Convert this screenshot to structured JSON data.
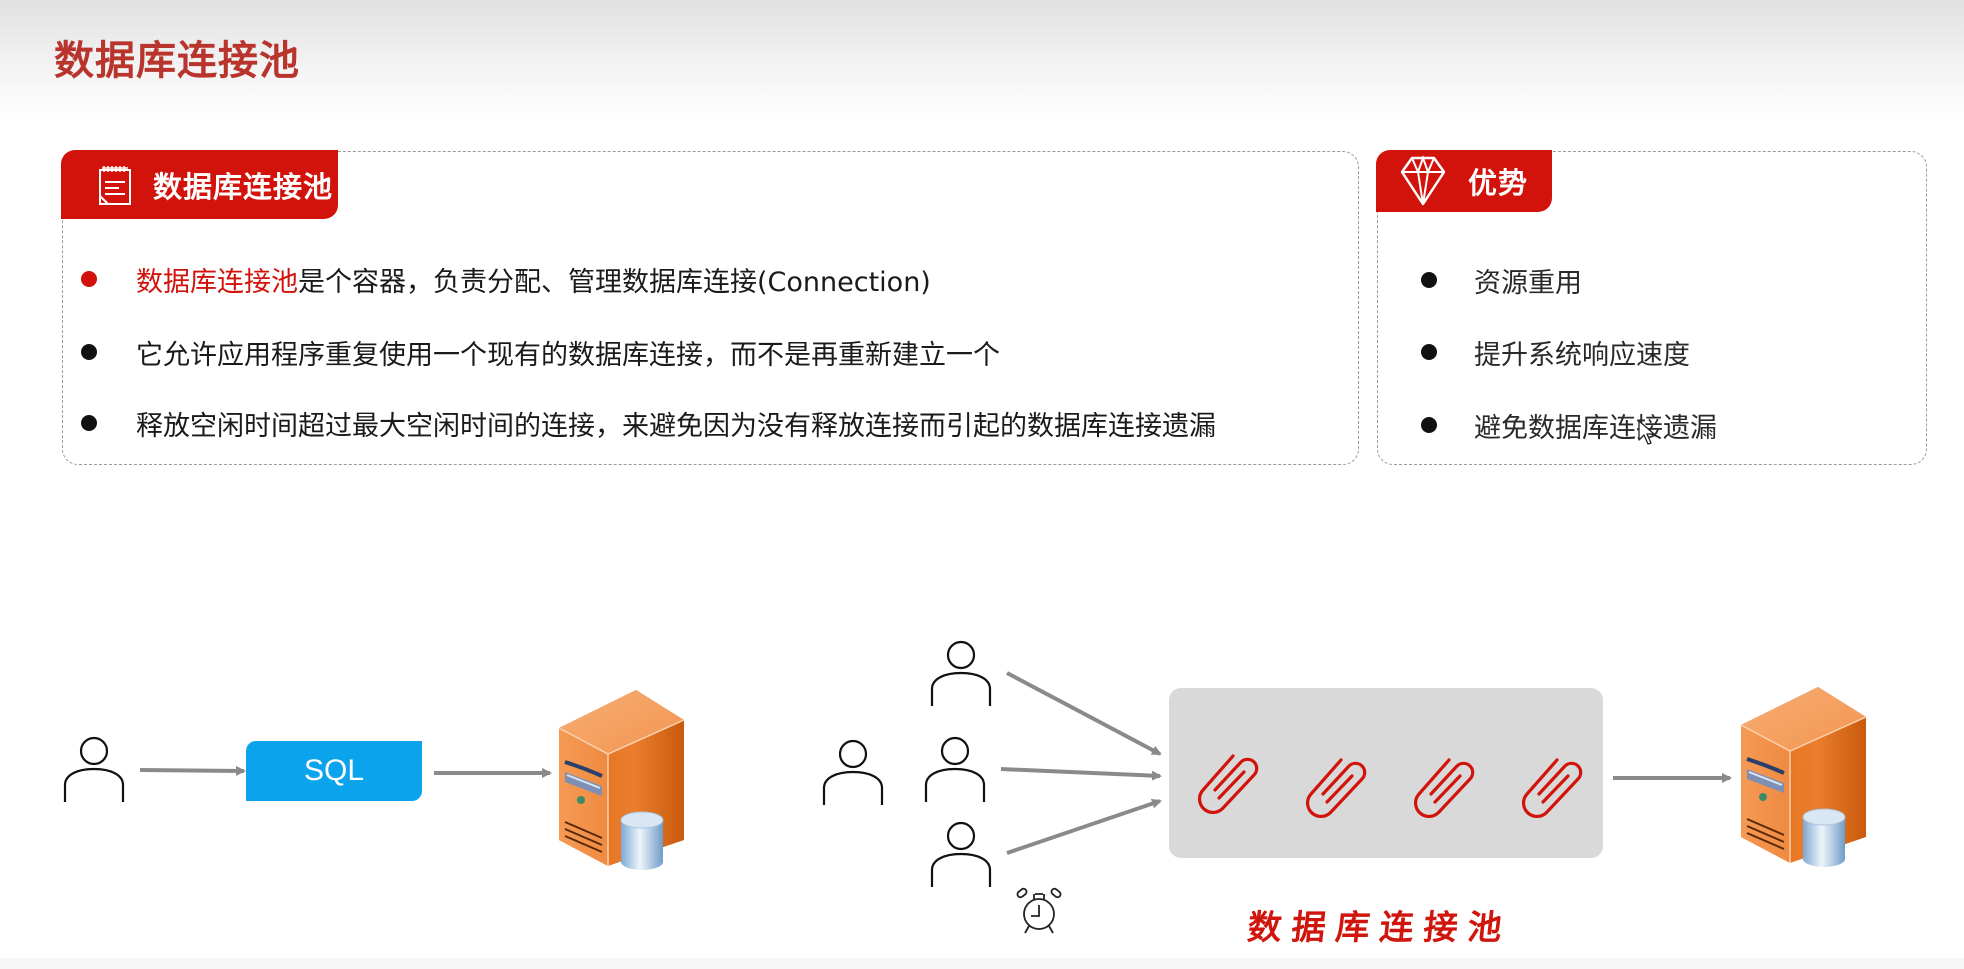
{
  "page": {
    "title": "数据库连接池"
  },
  "colors": {
    "accent_red": "#d2130b",
    "title_red": "#b8342c",
    "sql_blue": "#0aa3ec",
    "pool_gray": "#d9d9d9",
    "arrow_gray": "#8a8a8a",
    "server_orange": "#ea7a2c"
  },
  "left_card": {
    "tab_label": "数据库连接池",
    "tab_icon": "notepad-icon",
    "items": [
      {
        "highlight": "数据库连接池",
        "text": "是个容器，负责分配、管理数据库连接(Connection)",
        "bullet_color": "red"
      },
      {
        "highlight": "",
        "text": "它允许应用程序重复使用一个现有的数据库连接，而不是再重新建立一个",
        "bullet_color": "black"
      },
      {
        "highlight": "",
        "text": "释放空闲时间超过最大空闲时间的连接，来避免因为没有释放连接而引起的数据库连接遗漏",
        "bullet_color": "black"
      }
    ]
  },
  "right_card": {
    "tab_label": "优势",
    "tab_icon": "diamond-icon",
    "items": [
      {
        "text": "资源重用"
      },
      {
        "text": "提升系统响应速度"
      },
      {
        "text": "避免数据库连接遗漏"
      }
    ]
  },
  "diagram_without_pool": {
    "user_icon": "person-icon",
    "request_label": "SQL",
    "target_icon": "database-server-icon"
  },
  "diagram_with_pool": {
    "user_count": 4,
    "user_icon": "person-icon",
    "timer_icon": "alarm-clock-icon",
    "connection_icon": "paperclip-icon",
    "connection_count": 4,
    "pool_label": "数据库连接池",
    "target_icon": "database-server-icon"
  }
}
